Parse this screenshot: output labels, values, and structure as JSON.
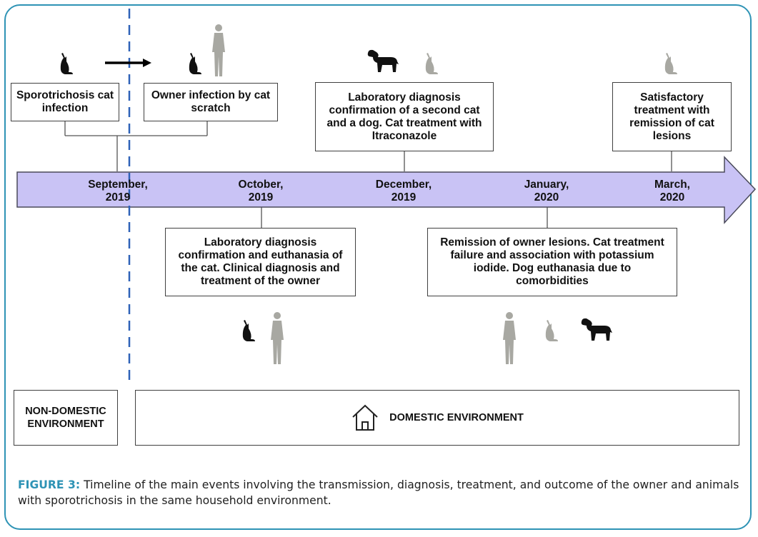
{
  "figure": {
    "label": "FIGURE 3:",
    "caption": "Timeline of the main events involving the transmission, diagnosis, treatment, and outcome of the owner and animals with sporotrichosis in the same household environment."
  },
  "timeline": {
    "dates": [
      "September,\n2019",
      "October,\n2019",
      "December,\n2019",
      "January,\n2020",
      "March,\n2020"
    ],
    "arrow_color": "#c9c3f5"
  },
  "events_top": {
    "cat_infection": "Sporotrichosis cat infection",
    "owner_infection": "Owner infection by cat scratch",
    "lab_second_cat": "Laboratory diagnosis confirmation of a second cat and a dog. Cat treatment with Itraconazole",
    "satisfactory": "Satisfactory treatment with remission of cat lesions"
  },
  "events_bottom": {
    "euthanasia_cat": "Laboratory diagnosis confirmation and euthanasia of the cat. Clinical diagnosis and treatment of the owner",
    "remission_owner": "Remission of owner lesions. Cat treatment failure and association with potassium iodide. Dog euthanasia due to comorbidities"
  },
  "environments": {
    "non_domestic": "NON-DOMESTIC ENVIRONMENT",
    "domestic": "DOMESTIC ENVIRONMENT"
  },
  "icons": [
    "cat-icon",
    "arrow-right-icon",
    "cat-icon",
    "human-icon",
    "dog-icon",
    "cat-icon",
    "cat-icon",
    "cat-icon",
    "human-icon",
    "human-icon",
    "cat-icon",
    "dog-icon",
    "house-icon"
  ]
}
